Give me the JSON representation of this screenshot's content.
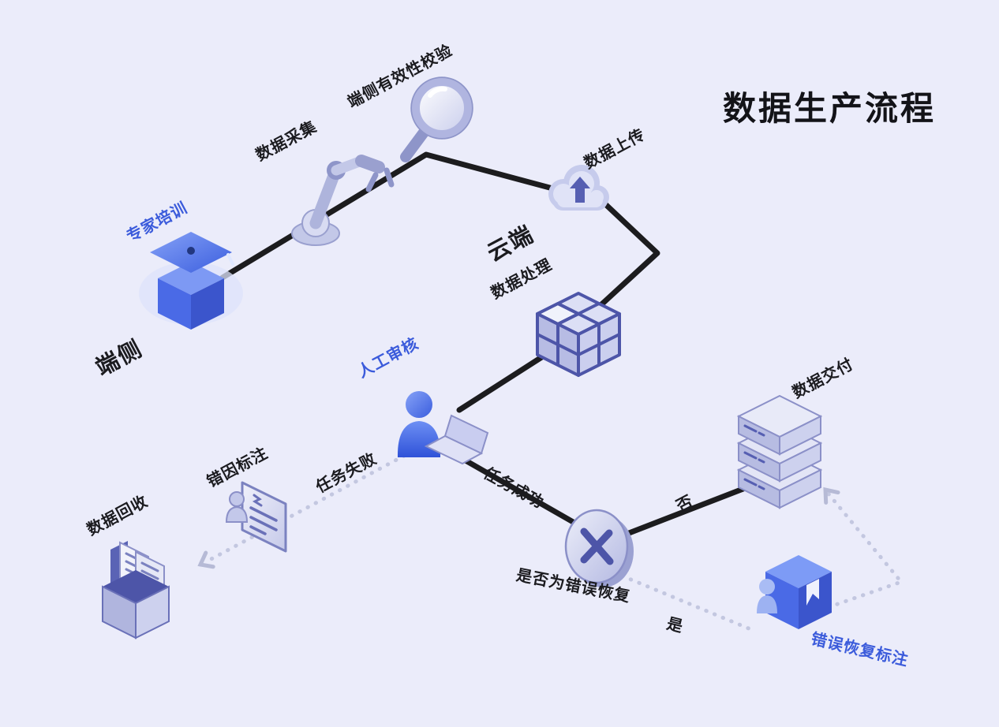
{
  "title": "数据生产流程",
  "zones": {
    "device": "端侧",
    "cloud": "云端"
  },
  "steps": {
    "expert_training": "专家培训",
    "data_collection": "数据采集",
    "device_validation": "端侧有效性校验",
    "data_upload": "数据上传",
    "data_processing": "数据处理",
    "manual_review": "人工审核",
    "error_cause_annotation": "错因标注",
    "data_recycle": "数据回收",
    "decision": "是否为错误恢复",
    "data_delivery": "数据交付",
    "error_recovery_annotation": "错误恢复标注"
  },
  "edges": {
    "task_failed": "任务失败",
    "task_success": "任务成功",
    "no": "否",
    "yes": "是"
  },
  "icons": {
    "expert_training": "graduation-cap-icon",
    "data_collection": "robot-arm-icon",
    "device_validation": "magnifier-icon",
    "data_upload": "cloud-upload-icon",
    "data_processing": "cube-icon",
    "manual_review": "person-laptop-icon",
    "error_cause_annotation": "document-person-icon",
    "data_recycle": "open-box-documents-icon",
    "decision": "x-disc-icon",
    "data_delivery": "server-stack-icon",
    "error_recovery_annotation": "book-person-icon"
  },
  "colors": {
    "background": "#ebecfa",
    "flow_line": "#1c1c1e",
    "dotted_line": "#c3c7e0",
    "accent_blue": "#3b5bdb",
    "icon_lavender": "#c9cdee",
    "icon_indigo": "#4d55a8",
    "text": "#1b1b1f"
  }
}
